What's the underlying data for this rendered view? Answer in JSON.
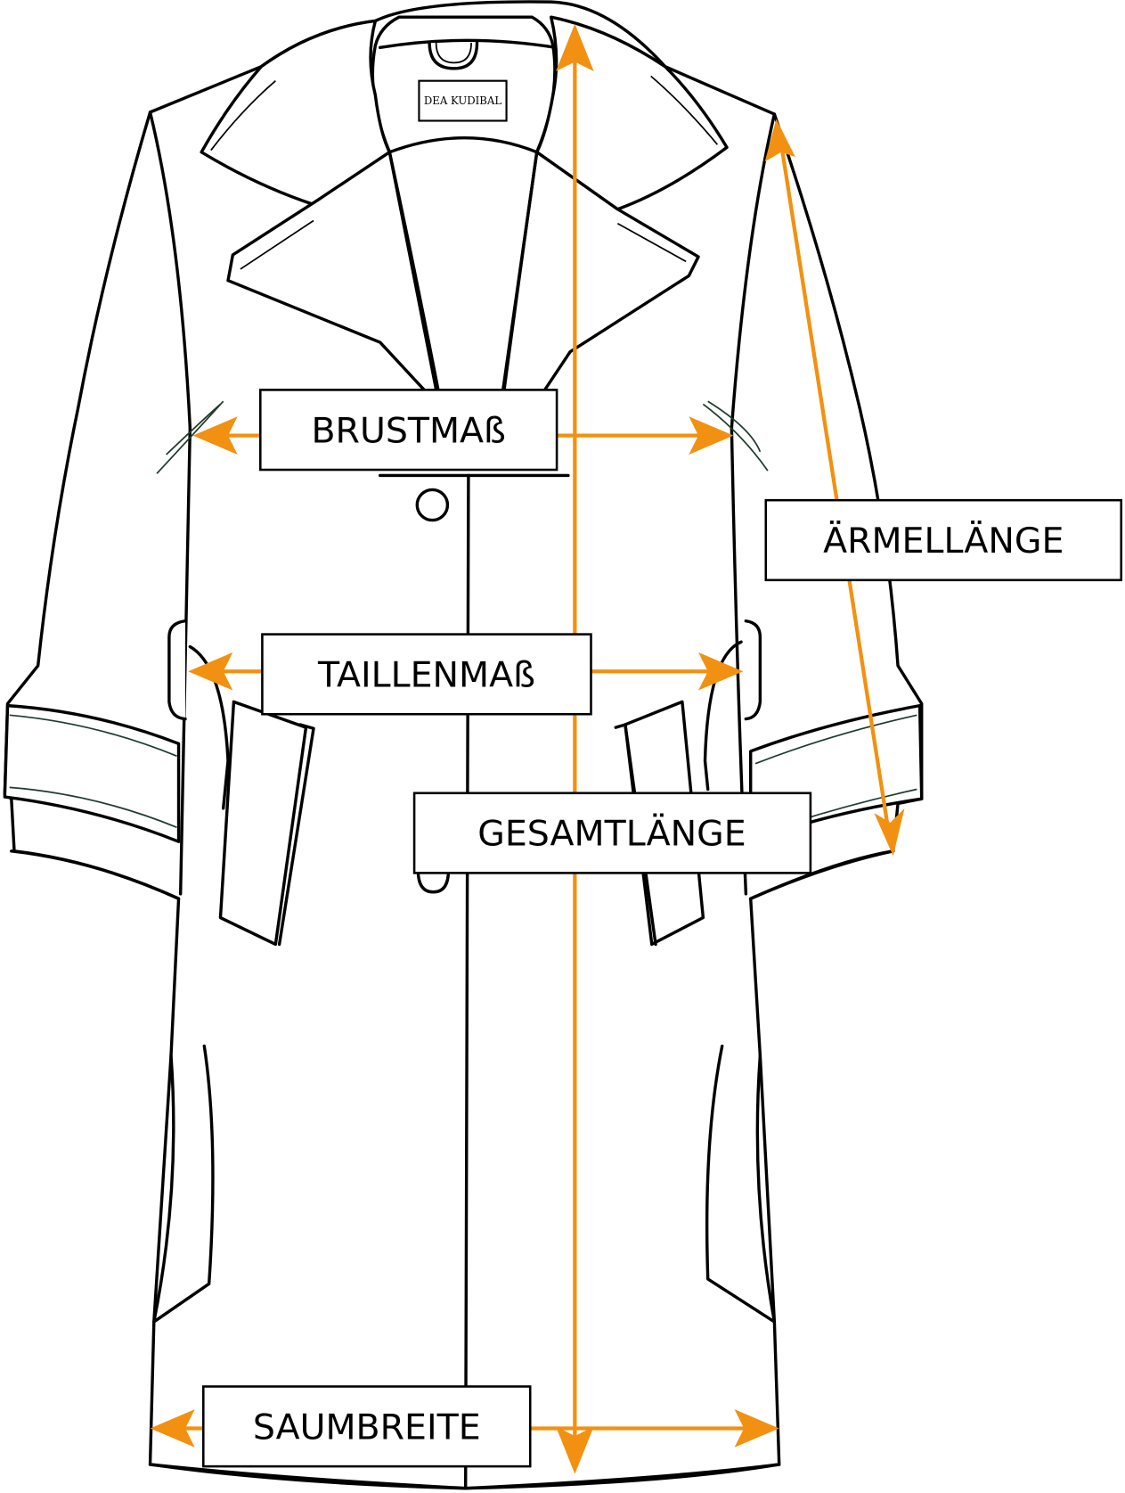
{
  "diagram": {
    "title": "Coat measurement guide",
    "brand_label": "DEA KUDIBAL",
    "accent_color": "#f29111",
    "line_color": "#000000",
    "measurements": [
      {
        "id": "brustmass",
        "label": "BRUSTMAß",
        "type": "horizontal"
      },
      {
        "id": "aermellaenge",
        "label": "ÄRMELLÄNGE",
        "type": "diagonal"
      },
      {
        "id": "taillenmass",
        "label": "TAILLENMAß",
        "type": "horizontal"
      },
      {
        "id": "gesamtlaenge",
        "label": "GESAMTLÄNGE",
        "type": "vertical"
      },
      {
        "id": "saumbreite",
        "label": "SAUMBREITE",
        "type": "horizontal"
      }
    ]
  }
}
